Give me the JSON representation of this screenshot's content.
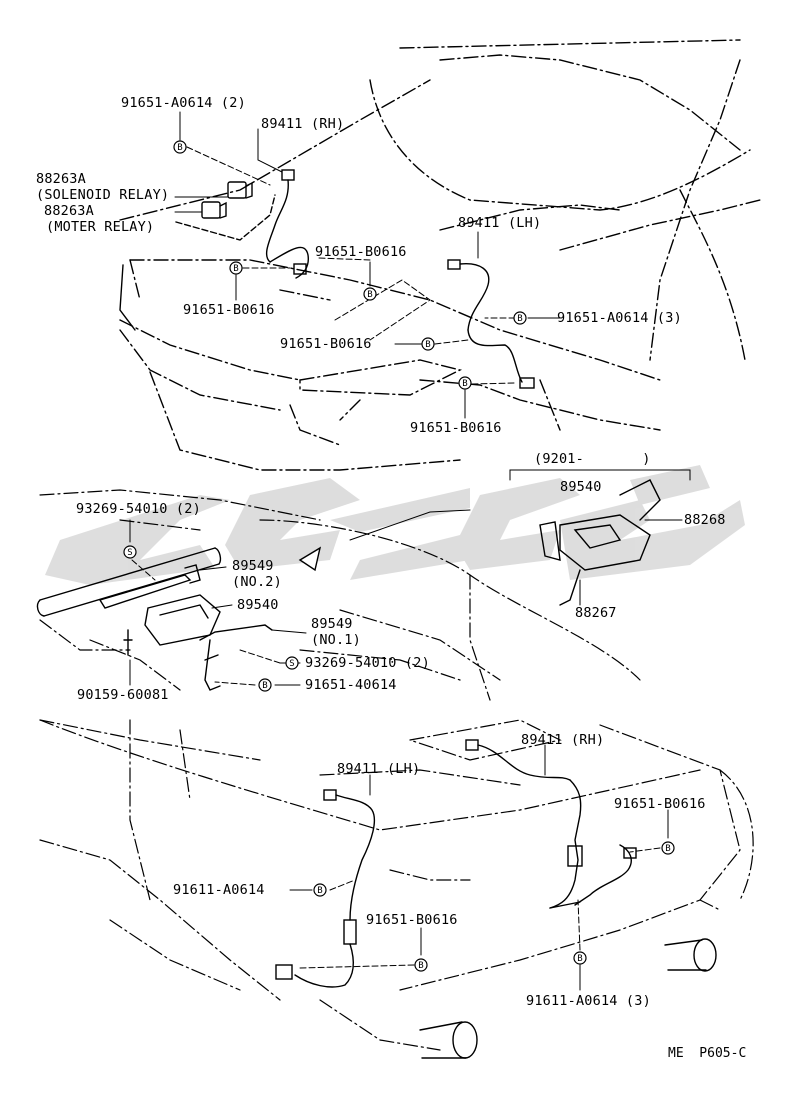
{
  "diagram": {
    "code": "ME  P605-C",
    "watermark_color": "#d8d8d8",
    "line_color": "#000000",
    "labels": {
      "p_91651_a0614_2": "91651-A0614 (2)",
      "p_89411_rh_front": "89411 (RH)",
      "p_88263a_solenoid_part": "88263A",
      "p_88263a_solenoid_name": "(SOLENOID RELAY)",
      "p_88263a_moter_part": "88263A",
      "p_88263a_moter_name": "(MOTER RELAY)",
      "p_89411_lh_front": "89411 (LH)",
      "p_91651_b0616_a": "91651-B0616",
      "p_91651_b0616_b": "91651-B0616",
      "p_91651_a0614_3": "91651-A0614 (3)",
      "p_91651_b0616_c": "91651-B0616",
      "p_91651_b0616_d": "91651-B0616",
      "p_9201": "(9201-       )",
      "p_89540_box": "89540",
      "p_88268": "88268",
      "p_88267": "88267",
      "p_93269_54010_top": "93269-54010 (2)",
      "p_89549_no2_part": "89549",
      "p_89549_no2_name": "(NO.2)",
      "p_89540_ecu": "89540",
      "p_89549_no1_part": "89549",
      "p_89549_no1_name": "(NO.1)",
      "p_93269_54010_bottom": "93269-54010 (2)",
      "p_91651_40614": "91651-40614",
      "p_90159_60081": "90159-60081",
      "p_89411_rh_rear": "89411 (RH)",
      "p_89411_lh_rear": "89411 (LH)",
      "p_91651_b0616_rear_right": "91651-B0616",
      "p_91611_a0614_left": "91611-A0614",
      "p_91651_b0616_rear_center": "91651-B0616",
      "p_91611_a0614_3": "91611-A0614 (3)"
    },
    "markers": {
      "bolt": "B",
      "screw": "S"
    }
  }
}
